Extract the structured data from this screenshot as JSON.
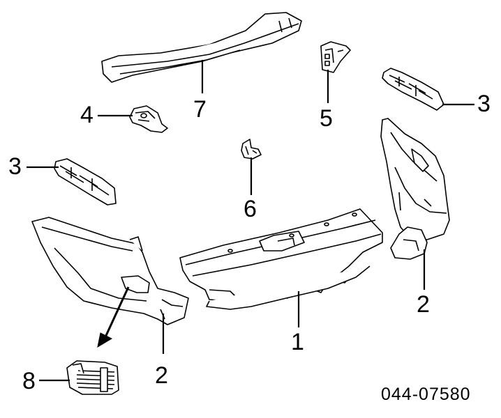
{
  "callouts": [
    {
      "id": "1",
      "label": "1"
    },
    {
      "id": "2a",
      "label": "2"
    },
    {
      "id": "2b",
      "label": "2"
    },
    {
      "id": "3a",
      "label": "3"
    },
    {
      "id": "3b",
      "label": "3"
    },
    {
      "id": "4",
      "label": "4"
    },
    {
      "id": "5",
      "label": "5"
    },
    {
      "id": "6",
      "label": "6"
    },
    {
      "id": "7",
      "label": "7"
    },
    {
      "id": "8",
      "label": "8"
    }
  ],
  "reference_code": "044-07580",
  "colors": {
    "line": "#000000",
    "background": "#ffffff"
  }
}
